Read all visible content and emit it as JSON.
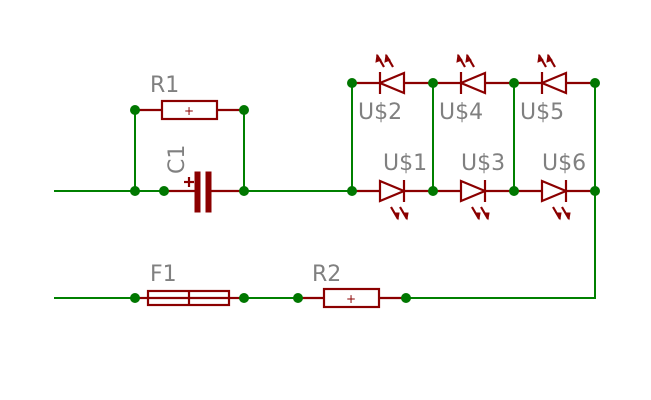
{
  "labels": {
    "r1": "R1",
    "c1": "C1",
    "f1": "F1",
    "r2": "R2",
    "u1": "U$1",
    "u2": "U$2",
    "u3": "U$3",
    "u4": "U$4",
    "u5": "U$5",
    "u6": "U$6"
  },
  "pin_marker": "+",
  "colors": {
    "wire": "#008000",
    "junction": "#007700",
    "part": "#8b0000",
    "label": "#808080"
  }
}
